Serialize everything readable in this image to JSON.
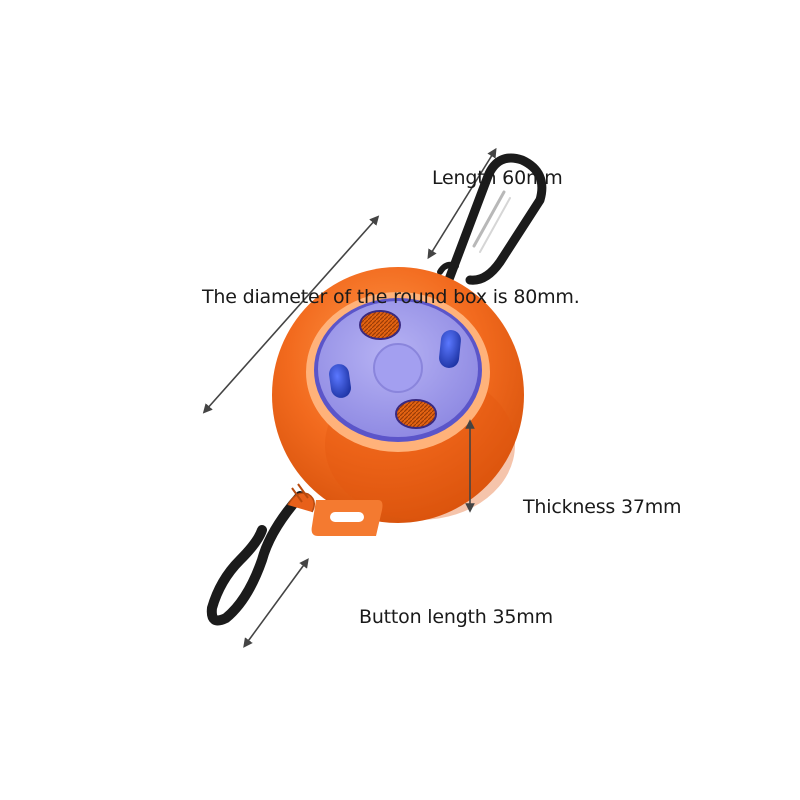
{
  "annotations": {
    "length": "Length 60mm",
    "diameter": "The diameter of the round box is 80mm.",
    "thickness": "Thickness 37mm",
    "button_length": "Button length 35mm"
  },
  "colors": {
    "body_orange": "#f26a1e",
    "face_lavender": "#a9a4ee",
    "knob_blue": "#2f4fd0",
    "clip_black": "#1b1b1b",
    "arrow_dark": "#444444"
  }
}
